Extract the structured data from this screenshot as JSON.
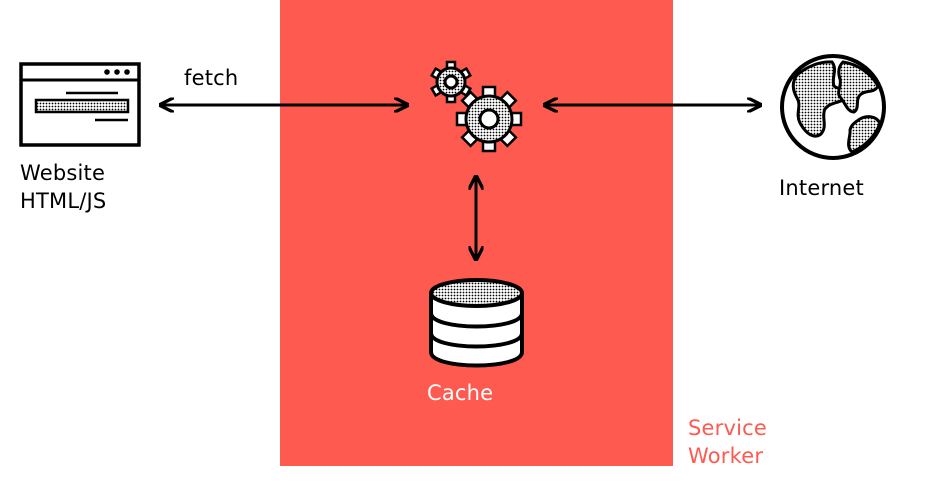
{
  "website": {
    "label_line1": "Website",
    "label_line2": "HTML/JS"
  },
  "fetch_label": "fetch",
  "internet_label": "Internet",
  "cache_label": "Cache",
  "service_worker": {
    "label_line1": "Service",
    "label_line2": "Worker"
  },
  "colors": {
    "service_worker_fill": "#ff5a4f",
    "service_worker_text": "#ff5a4f",
    "cache_label": "#ffffff",
    "ink": "#000000"
  },
  "icons": {
    "website": "browser-window-icon",
    "worker": "gears-icon",
    "cache": "database-icon",
    "internet": "globe-icon"
  }
}
